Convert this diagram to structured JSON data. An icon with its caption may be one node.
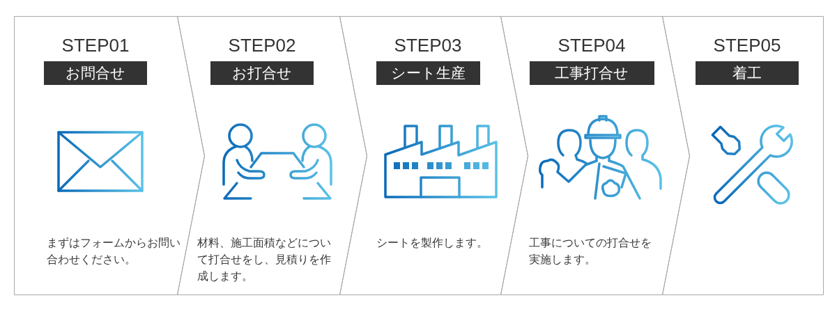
{
  "diagram": {
    "nodes": [
      {
        "text": [
          "STEP01",
          "まずはフォームからお問い合わせください。"
        ]
      },
      {
        "text": [
          "お問合せ"
        ],
        "in": 0
      },
      {
        "text": [
          "STEP02",
          "材料、施工面積などについて打合せをし、見積りを作成します。"
        ]
      },
      {
        "text": [
          "お打合せ"
        ],
        "in": 2
      },
      {
        "text": [
          "STEP03",
          "シートを製作します。"
        ]
      },
      {
        "text": [
          "シート生産"
        ],
        "in": 4
      },
      {
        "text": [
          "STEP04",
          "工事についての打合せを実施します。"
        ]
      },
      {
        "text": [
          "工事打合せ"
        ],
        "in": 6
      },
      {
        "text": [
          "STEP05"
        ]
      },
      {
        "text": [
          "着工"
        ],
        "in": 8
      }
    ]
  }
}
